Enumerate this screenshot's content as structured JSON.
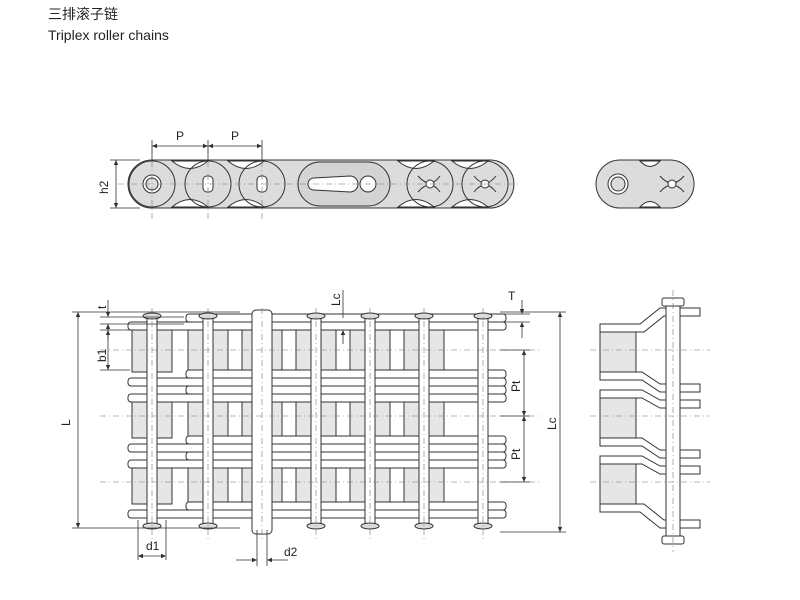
{
  "title": {
    "cn": "三排滚子链",
    "en": "Triplex roller chains"
  },
  "labels": {
    "p": "P",
    "h2": "h2",
    "t_small": "t",
    "lc_top": "Lc",
    "t_cap": "T",
    "b1": "b1",
    "l": "L",
    "pt": "Pt",
    "lc_right": "Lc",
    "d1": "d1",
    "d2": "d2"
  },
  "colors": {
    "link_fill": "#dcdcdc",
    "roller_fill": "#e6e6e6",
    "outline": "#333333",
    "centerline": "#777777",
    "pin_hole": "#ffffff"
  }
}
